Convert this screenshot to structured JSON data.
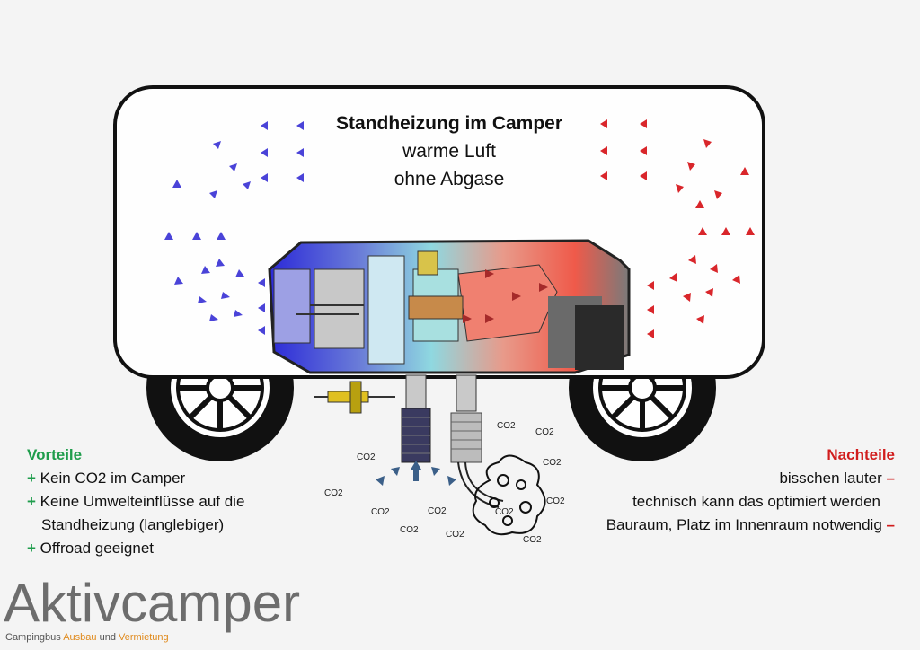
{
  "diagram": {
    "title": "Standheizung im Camper",
    "line2": "warme Luft",
    "line3": "ohne Abgase",
    "exhaust_label": "CO2"
  },
  "pros": {
    "heading": "Vorteile",
    "items": [
      {
        "sign": "+",
        "text": "Kein CO2 im Camper"
      },
      {
        "sign": "+",
        "text": "Keine Umwelteinflüsse auf die"
      },
      {
        "sign": "",
        "text": "Standheizung (langlebiger)"
      },
      {
        "sign": "+",
        "text": "Offroad geeignet"
      }
    ]
  },
  "cons": {
    "heading": "Nachteile",
    "items": [
      {
        "text": "bisschen lauter",
        "sign": "–"
      },
      {
        "text": "technisch kann das optimiert werden",
        "sign": ""
      },
      {
        "text": "Bauraum, Platz im Innenraum notwendig",
        "sign": "–"
      }
    ]
  },
  "logo": {
    "wordmark": "Aktivcamper",
    "tag_part1": "Campingbus ",
    "tag_part2": "Ausbau",
    "tag_part3": " und ",
    "tag_part4": "Vermietung"
  },
  "colors": {
    "cold_arrow": "#4a43d8",
    "warm_arrow": "#d9262b",
    "exhaust_arrow": "#3b5f88",
    "pro": "#1f9d4c",
    "con": "#d11c1c"
  }
}
